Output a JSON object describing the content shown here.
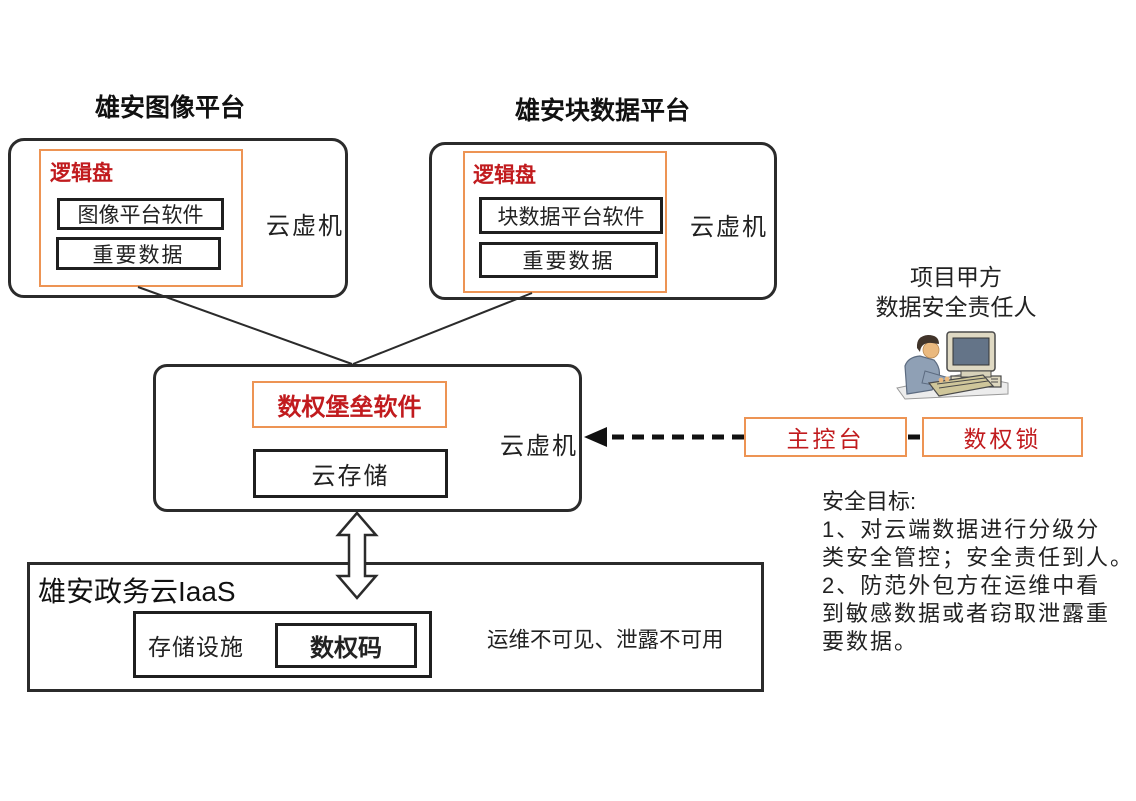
{
  "diagram": {
    "platform1": {
      "title": "雄安图像平台",
      "disk_label": "逻辑盘",
      "software": "图像平台软件",
      "data": "重要数据",
      "vm_label": "云虚机"
    },
    "platform2": {
      "title": "雄安块数据平台",
      "disk_label": "逻辑盘",
      "software": "块数据平台软件",
      "data": "重要数据",
      "vm_label": "云虚机"
    },
    "bastion": {
      "software": "数权堡垒软件",
      "storage": "云存储",
      "vm_label": "云虚机"
    },
    "iaas": {
      "title": "雄安政务云IaaS",
      "facility": "存储设施",
      "code": "数权码",
      "note": "运维不可见、泄露不可用"
    },
    "console": {
      "label": "主控台"
    },
    "lock": {
      "label": "数权锁"
    },
    "operator": {
      "line1": "项目甲方",
      "line2": "数据安全责任人"
    },
    "goals": {
      "heading": "安全目标:",
      "lines": [
        "1、对云端数据进行分级分",
        "类安全管控；安全责任到人。",
        "2、防范外包方在运维中看",
        "到敏感数据或者窃取泄露重",
        "要数据。"
      ]
    },
    "colors": {
      "orange_border": "#ED9454",
      "red_text": "#C11B1E",
      "line_black": "#2B2B2B"
    }
  }
}
